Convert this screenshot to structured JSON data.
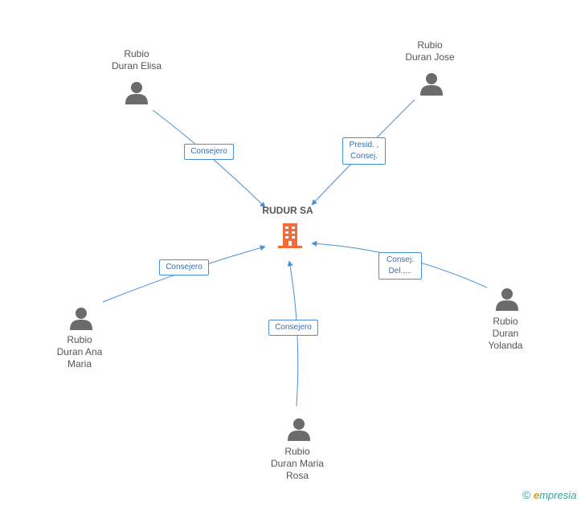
{
  "company": {
    "name": "RUDUR SA"
  },
  "people": [
    {
      "id": "elisa",
      "lines": [
        "Rubio",
        "Duran Elisa"
      ]
    },
    {
      "id": "jose",
      "lines": [
        "Rubio",
        "Duran Jose"
      ]
    },
    {
      "id": "ana",
      "lines": [
        "Rubio",
        "Duran Ana",
        "Maria"
      ]
    },
    {
      "id": "maria-rosa",
      "lines": [
        "Rubio",
        "Duran Maria",
        "Rosa"
      ]
    },
    {
      "id": "yolanda",
      "lines": [
        "Rubio",
        "Duran",
        "Yolanda"
      ]
    }
  ],
  "edges": [
    {
      "from": "elisa",
      "lines": [
        "Consejero"
      ]
    },
    {
      "from": "jose",
      "lines": [
        "Presid. ,",
        "Consej."
      ]
    },
    {
      "from": "ana",
      "lines": [
        "Consejero"
      ]
    },
    {
      "from": "maria-rosa",
      "lines": [
        "Consejero"
      ]
    },
    {
      "from": "yolanda",
      "lines": [
        "Consej.",
        "Del.,..."
      ]
    }
  ],
  "colors": {
    "edge": "#4a90d9",
    "company_icon": "#f26b3a",
    "person_icon": "#6b6b6b"
  },
  "watermark": {
    "copyright": "©",
    "brand_initial": "e",
    "brand_rest": "mpresia"
  }
}
